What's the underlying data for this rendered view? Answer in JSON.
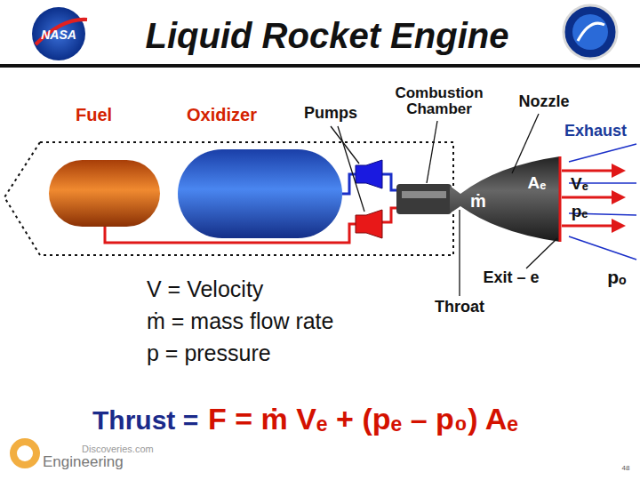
{
  "diagram": {
    "title": "Liquid Rocket Engine",
    "nodes": [
      {
        "text": [
          "Fuel"
        ]
      },
      {
        "text": [
          "Oxidizer"
        ]
      }
    ],
    "labels": [
      "NASA",
      "Pumps",
      "Combustion Chamber",
      "Nozzle",
      "Exhaust",
      "ṁ",
      "Aₑ",
      "Vₑ",
      "pₑ",
      "Exit – e",
      "Throat",
      "pₒ",
      "V = Velocity",
      "ṁ = mass flow rate",
      "p = pressure",
      "Thrust =",
      "F = ṁ Vₑ + (pₑ – p₀) Aₑ",
      "Discoveries.com",
      "Engineering",
      "48"
    ]
  }
}
